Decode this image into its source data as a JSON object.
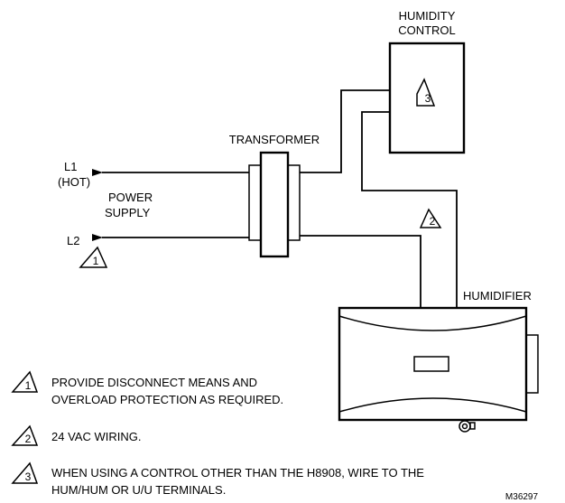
{
  "labels": {
    "humidity_control_line1": "HUMIDITY",
    "humidity_control_line2": "CONTROL",
    "transformer": "TRANSFORMER",
    "l1": "L1",
    "l1_hot": "(HOT)",
    "power": "POWER",
    "supply": "SUPPLY",
    "l2": "L2",
    "humidifier": "HUMIDIFIER",
    "figure_id": "M36297"
  },
  "markers": {
    "one": "1",
    "two": "2",
    "three": "3"
  },
  "notes": [
    {
      "marker": "1",
      "line1": "PROVIDE DISCONNECT MEANS AND",
      "line2": "OVERLOAD PROTECTION AS REQUIRED."
    },
    {
      "marker": "2",
      "line1": "24 VAC WIRING.",
      "line2": ""
    },
    {
      "marker": "3",
      "line1": "WHEN USING A CONTROL OTHER THAN THE H8908, WIRE TO THE",
      "line2": "HUM/HUM OR U/U TERMINALS."
    }
  ]
}
